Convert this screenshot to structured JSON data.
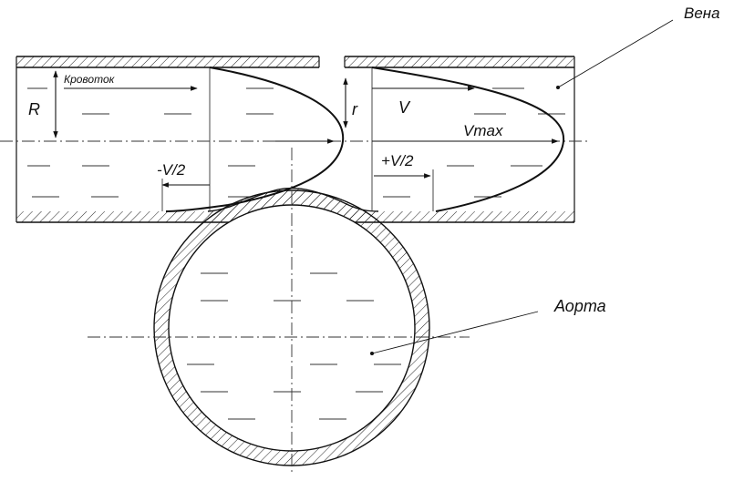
{
  "labels": {
    "vein": "Вена",
    "aorta": "Аорта",
    "blood_flow": "Кровоток",
    "vein_radius": "R",
    "local_radius": "r",
    "velocity": "V",
    "max_velocity": "Vmax",
    "neg_half_velocity": "-V/2",
    "pos_half_velocity": "+V/2"
  },
  "colors": {
    "line": "#111111",
    "hatch": "#222222",
    "background": "#ffffff"
  }
}
